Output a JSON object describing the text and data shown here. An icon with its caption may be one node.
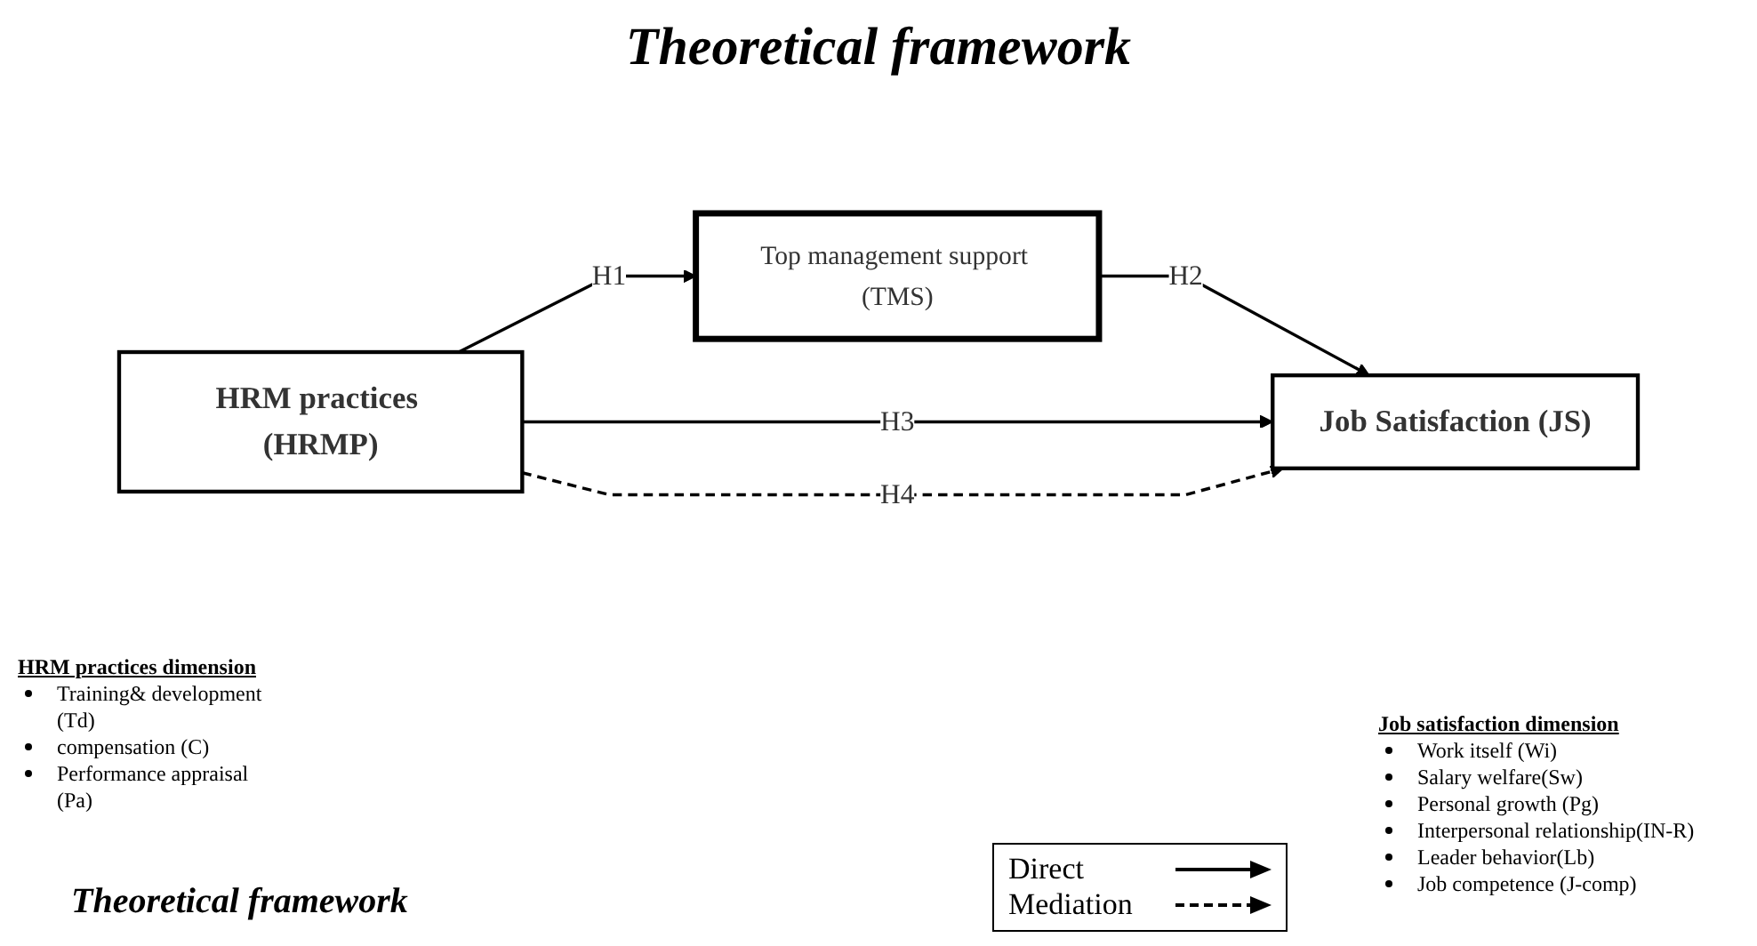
{
  "diagram": {
    "title": "Theoretical framework",
    "caption": "Theoretical framework",
    "nodes": [
      {
        "text": [
          "HRM practices (HRMP)"
        ]
      },
      {
        "text": [
          "Top management support (TMS)"
        ]
      },
      {
        "text": [
          "Job Satisfaction (JS)"
        ]
      }
    ],
    "edges": [
      {
        "from": 0,
        "to": 1,
        "label": "H1",
        "arrow": "to"
      },
      {
        "from": 1,
        "to": 2,
        "label": "H2",
        "arrow": "to"
      },
      {
        "from": 0,
        "to": 2,
        "label": "H3",
        "arrow": "to"
      },
      {
        "from": 0,
        "to": 2,
        "label": "H4",
        "arrow": "to",
        "style": "dashed"
      }
    ],
    "labels": [
      "HRM practices dimension",
      "Training& development (Td)",
      "compensation (C)",
      "Performance appraisal (Pa)",
      "Job satisfaction dimension",
      "Work itself (Wi)",
      "Salary welfare(Sw)",
      "Personal growth (Pg)",
      "Interpersonal relationship(IN-R)",
      "Leader behavior(Lb)",
      "Job competence (J-comp)"
    ],
    "legend": [
      {
        "text": "Direct"
      },
      {
        "text": "Mediation"
      }
    ]
  }
}
